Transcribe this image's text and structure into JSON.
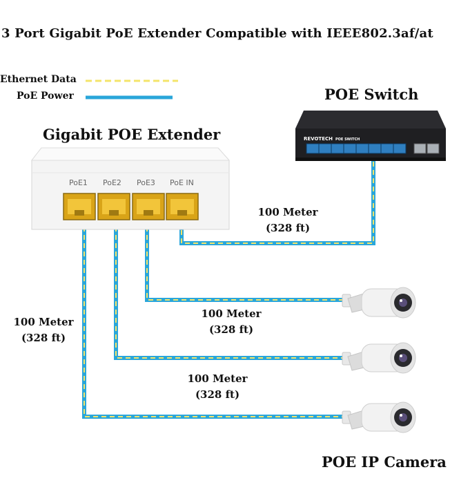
{
  "title": "3 Port Gigabit PoE Extender Compatible with IEEE802.3af/at",
  "legend": {
    "ethernet_data": "Ethernet Data",
    "poe_power": "PoE Power"
  },
  "labels": {
    "poe_switch": "POE Switch",
    "extender": "Gigabit POE Extender",
    "cameras": "POE IP Camera"
  },
  "switch_brand": "REVOTECH",
  "switch_subtitle": "POE SWITCH",
  "ports": [
    "PoE1",
    "PoE2",
    "PoE3",
    "PoE IN"
  ],
  "distances": {
    "switch": {
      "value": "100 Meter",
      "ft": "(328 ft)"
    },
    "camera1": {
      "value": "100 Meter",
      "ft": "(328 ft)"
    },
    "camera2": {
      "value": "100 Meter",
      "ft": "(328 ft)"
    },
    "left": {
      "value": "100 Meter",
      "ft": "(328 ft)"
    }
  },
  "colors": {
    "ethernet": "#f4e46a",
    "power": "#2aa6da",
    "port": "#e8b820",
    "switch_body": "#1f1f22"
  }
}
